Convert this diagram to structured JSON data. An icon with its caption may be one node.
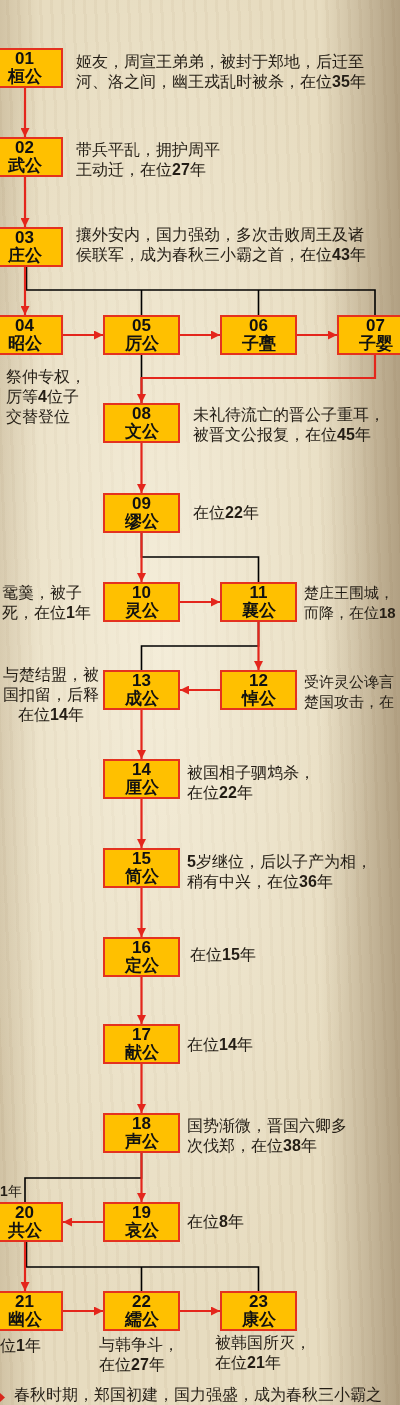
{
  "diagram": {
    "caption": "春秋时期，郑国初建，国力强盛，成为春秋三小霸之",
    "nodes": [
      {
        "text": [
          "01",
          "桓公"
        ],
        "beside": [
          "姬友，周宣王弟弟，被封于郑地，后迁至河、洛之间，幽王戎乱时被杀，在位**35**年"
        ]
      },
      {
        "text": [
          "02",
          "武公"
        ],
        "beside": [
          "带兵平乱，拥护周平王动迁，在位**27**年"
        ]
      },
      {
        "text": [
          "03",
          "庄公"
        ],
        "beside": [
          "攘外安内，国力强劲，多次击败周王及诸侯联军，成为春秋三小霸之首，在位**43**年"
        ]
      },
      {
        "text": [
          "04",
          "昭公"
        ],
        "beside": [
          "祭仲专权，厉等**4**位子交替登位"
        ]
      },
      {
        "text": [
          "05",
          "厉公"
        ]
      },
      {
        "text": [
          "06",
          "子亹"
        ]
      },
      {
        "text": [
          "07",
          "子婴"
        ]
      },
      {
        "text": [
          "08",
          "文公"
        ],
        "beside": [
          "未礼待流亡的晋公子重耳，被晋文公报复，在位**45**年"
        ]
      },
      {
        "text": [
          "09",
          "缪公"
        ],
        "beside": [
          "在位**22**年"
        ]
      },
      {
        "text": [
          "10",
          "灵公"
        ],
        "beside": [
          "鼋羹，被子死，在位**1**年"
        ]
      },
      {
        "text": [
          "11",
          "襄公"
        ],
        "beside": [
          "楚庄王围城，而降，在位**18**"
        ]
      },
      {
        "text": [
          "12",
          "悼公"
        ],
        "beside": [
          "受许灵公谗言楚国攻击，在"
        ]
      },
      {
        "text": [
          "13",
          "成公"
        ],
        "beside": [
          "与楚结盟，被国扣留，后释在位**14**年"
        ]
      },
      {
        "text": [
          "14",
          "厘公"
        ],
        "beside": [
          "被国相子驷鸩杀，在位**22**年"
        ]
      },
      {
        "text": [
          "15",
          "简公"
        ],
        "beside": [
          "**5**岁继位，后以子产为相，稍有中兴，在位**36**年"
        ]
      },
      {
        "text": [
          "16",
          "定公"
        ],
        "beside": [
          "在位**15**年"
        ]
      },
      {
        "text": [
          "17",
          "献公"
        ],
        "beside": [
          "在位**14**年"
        ]
      },
      {
        "text": [
          "18",
          "声公"
        ],
        "beside": [
          "国势渐微，晋国六卿多次伐郑，在位**38**年"
        ]
      },
      {
        "text": [
          "19",
          "哀公"
        ],
        "beside": [
          "在位**8**年"
        ]
      },
      {
        "text": [
          "20",
          "共公"
        ],
        "beside": [
          "**1**年"
        ]
      },
      {
        "text": [
          "21",
          "幽公"
        ],
        "beside": [
          "位**1**年"
        ]
      },
      {
        "text": [
          "22",
          "繻公"
        ],
        "beside": [
          "与韩争斗，在位**27**年"
        ]
      },
      {
        "text": [
          "23",
          "康公"
        ],
        "beside": [
          "被韩国所灭，在位**21**年"
        ]
      }
    ],
    "edges": [
      {
        "from": 0,
        "to": 1,
        "arrow": "to"
      },
      {
        "from": 1,
        "to": 2,
        "arrow": "to"
      },
      {
        "from": 2,
        "to": 3,
        "arrow": "to"
      },
      {
        "from": 2,
        "to": 4,
        "arrow": "none",
        "color": "#000000"
      },
      {
        "from": 2,
        "to": 5,
        "arrow": "none",
        "color": "#000000"
      },
      {
        "from": 2,
        "to": 6,
        "arrow": "none",
        "color": "#000000"
      },
      {
        "from": 3,
        "to": 4,
        "arrow": "to"
      },
      {
        "from": 4,
        "to": 5,
        "arrow": "to"
      },
      {
        "from": 5,
        "to": 6,
        "arrow": "to"
      },
      {
        "from": 4,
        "to": 7,
        "arrow": "none",
        "color": "#000000"
      },
      {
        "from": 6,
        "to": 7,
        "arrow": "to"
      },
      {
        "from": 7,
        "to": 8,
        "arrow": "to"
      },
      {
        "from": 8,
        "to": 9,
        "arrow": "to"
      },
      {
        "from": 8,
        "to": 10,
        "arrow": "none",
        "color": "#000000"
      },
      {
        "from": 9,
        "to": 10,
        "arrow": "to"
      },
      {
        "from": 10,
        "to": 11,
        "arrow": "to"
      },
      {
        "from": 10,
        "to": 12,
        "arrow": "none",
        "color": "#000000"
      },
      {
        "from": 11,
        "to": 12,
        "arrow": "to"
      },
      {
        "from": 12,
        "to": 13,
        "arrow": "to"
      },
      {
        "from": 13,
        "to": 14,
        "arrow": "to"
      },
      {
        "from": 14,
        "to": 15,
        "arrow": "to"
      },
      {
        "from": 15,
        "to": 16,
        "arrow": "to"
      },
      {
        "from": 16,
        "to": 17,
        "arrow": "to"
      },
      {
        "from": 17,
        "to": 18,
        "arrow": "to"
      },
      {
        "from": 17,
        "to": 19,
        "arrow": "none",
        "color": "#000000"
      },
      {
        "from": 18,
        "to": 19,
        "arrow": "to"
      },
      {
        "from": 19,
        "to": 20,
        "arrow": "to"
      },
      {
        "from": 19,
        "to": 21,
        "arrow": "none",
        "color": "#000000"
      },
      {
        "from": 19,
        "to": 22,
        "arrow": "none",
        "color": "#000000"
      },
      {
        "from": 20,
        "to": 21,
        "arrow": "to"
      },
      {
        "from": 21,
        "to": 22,
        "arrow": "to"
      }
    ]
  }
}
